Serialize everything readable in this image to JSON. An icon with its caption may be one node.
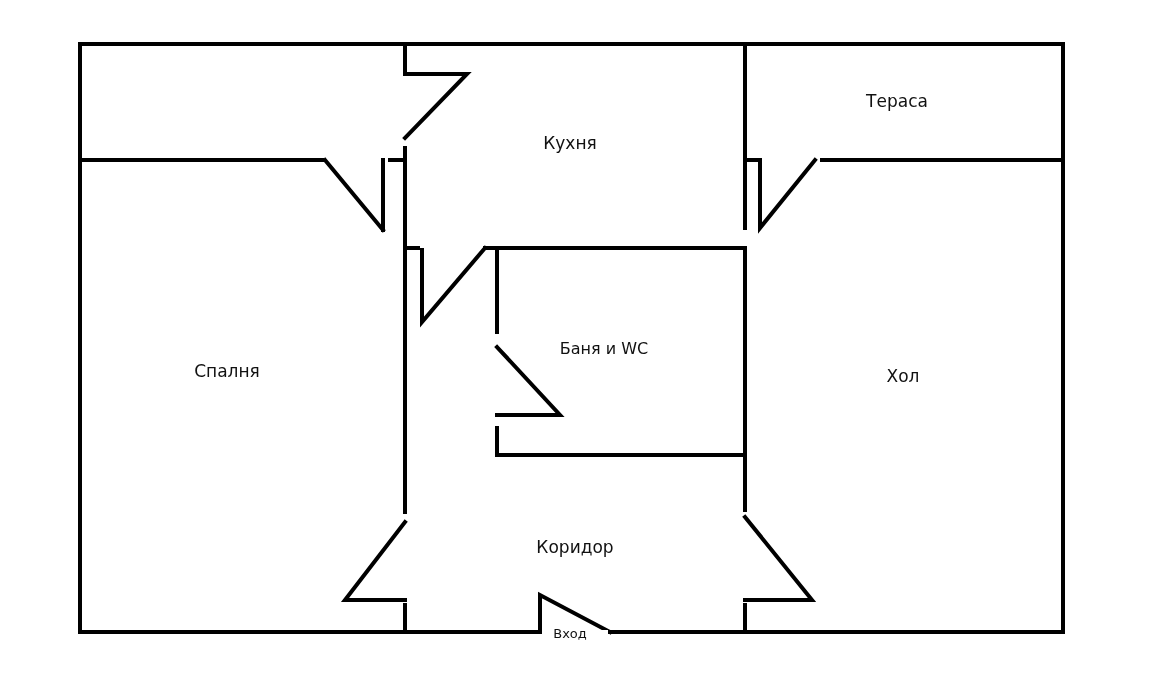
{
  "diagram": {
    "labels": [
      "Тераса",
      "Кухня",
      "Спалня",
      "Баня и WC",
      "Хол",
      "Коридор",
      "Вход"
    ]
  }
}
